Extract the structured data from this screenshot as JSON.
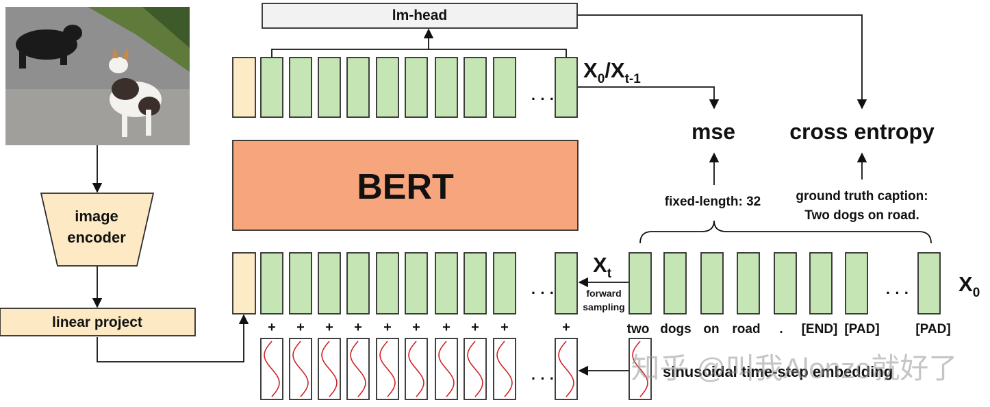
{
  "colors": {
    "token": "#c6e5b4",
    "token_border": "#2b2b2b",
    "special_token": "#fdebc6",
    "bert": "#f6a57c",
    "encoder": "#fde9c4",
    "lm_head": "#f2f2f2",
    "sine_curve": "#d21f1f",
    "arrow": "#111111"
  },
  "image_panel": {
    "icon": "photo-two-dogs-on-road"
  },
  "encoder": {
    "line1": "image",
    "line2": "encoder"
  },
  "linear_project": {
    "label": "linear project"
  },
  "bert": {
    "label": "BERT"
  },
  "lm_head": {
    "label": "lm-head"
  },
  "output_label": {
    "main": "X",
    "sub": "0",
    "sep": "/X",
    "sub2": "t-1"
  },
  "noisy_label": {
    "main": "X",
    "sub": "t"
  },
  "clean_label": {
    "main": "X",
    "sub": "0"
  },
  "mse": {
    "label": "mse"
  },
  "cross_entropy": {
    "label": "cross entropy"
  },
  "fixed_length": {
    "label": "fixed-length: 32"
  },
  "ground_truth": {
    "line1": "ground truth caption:",
    "line2": "Two dogs on road."
  },
  "forward_sampling": {
    "line1": "forward",
    "line2": "sampling"
  },
  "plus": {
    "symbol": "+"
  },
  "ellipsis": {
    "symbol": "· · ·"
  },
  "caption_tokens": [
    "two",
    "dogs",
    "on",
    "road",
    ".",
    "[END]",
    "[PAD]",
    "[PAD]"
  ],
  "embedding_label": {
    "text": "sinusoidal time-step embedding"
  },
  "watermark": {
    "text": "知乎 @叫我Alonzo就好了"
  }
}
